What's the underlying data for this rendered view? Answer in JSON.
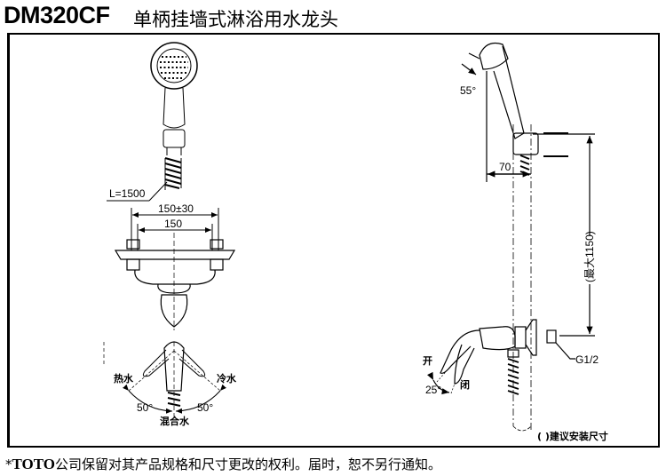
{
  "header": {
    "model": "DM320CF",
    "product_name": "单柄挂墙式淋浴用水龙头"
  },
  "drawing": {
    "hose_length": "L=1500",
    "spacing_adjustable": "150±30",
    "spacing": "150",
    "hot_water": "热水",
    "cold_water": "冷水",
    "mixed_water": "混合水",
    "angle_left": "50°",
    "angle_right": "50°",
    "head_angle": "55°",
    "wall_offset": "70",
    "max_height": "(最大1150)",
    "thread": "G1/2",
    "open": "开",
    "closed": "闭",
    "handle_angle": "25°",
    "legend_note": "(   )建议安装尺寸"
  },
  "footer": {
    "prefix": "*",
    "brand": "TOTO",
    "text": "公司保留对其产品规格和尺寸更改的权利。届时，恕不另行通知。"
  }
}
